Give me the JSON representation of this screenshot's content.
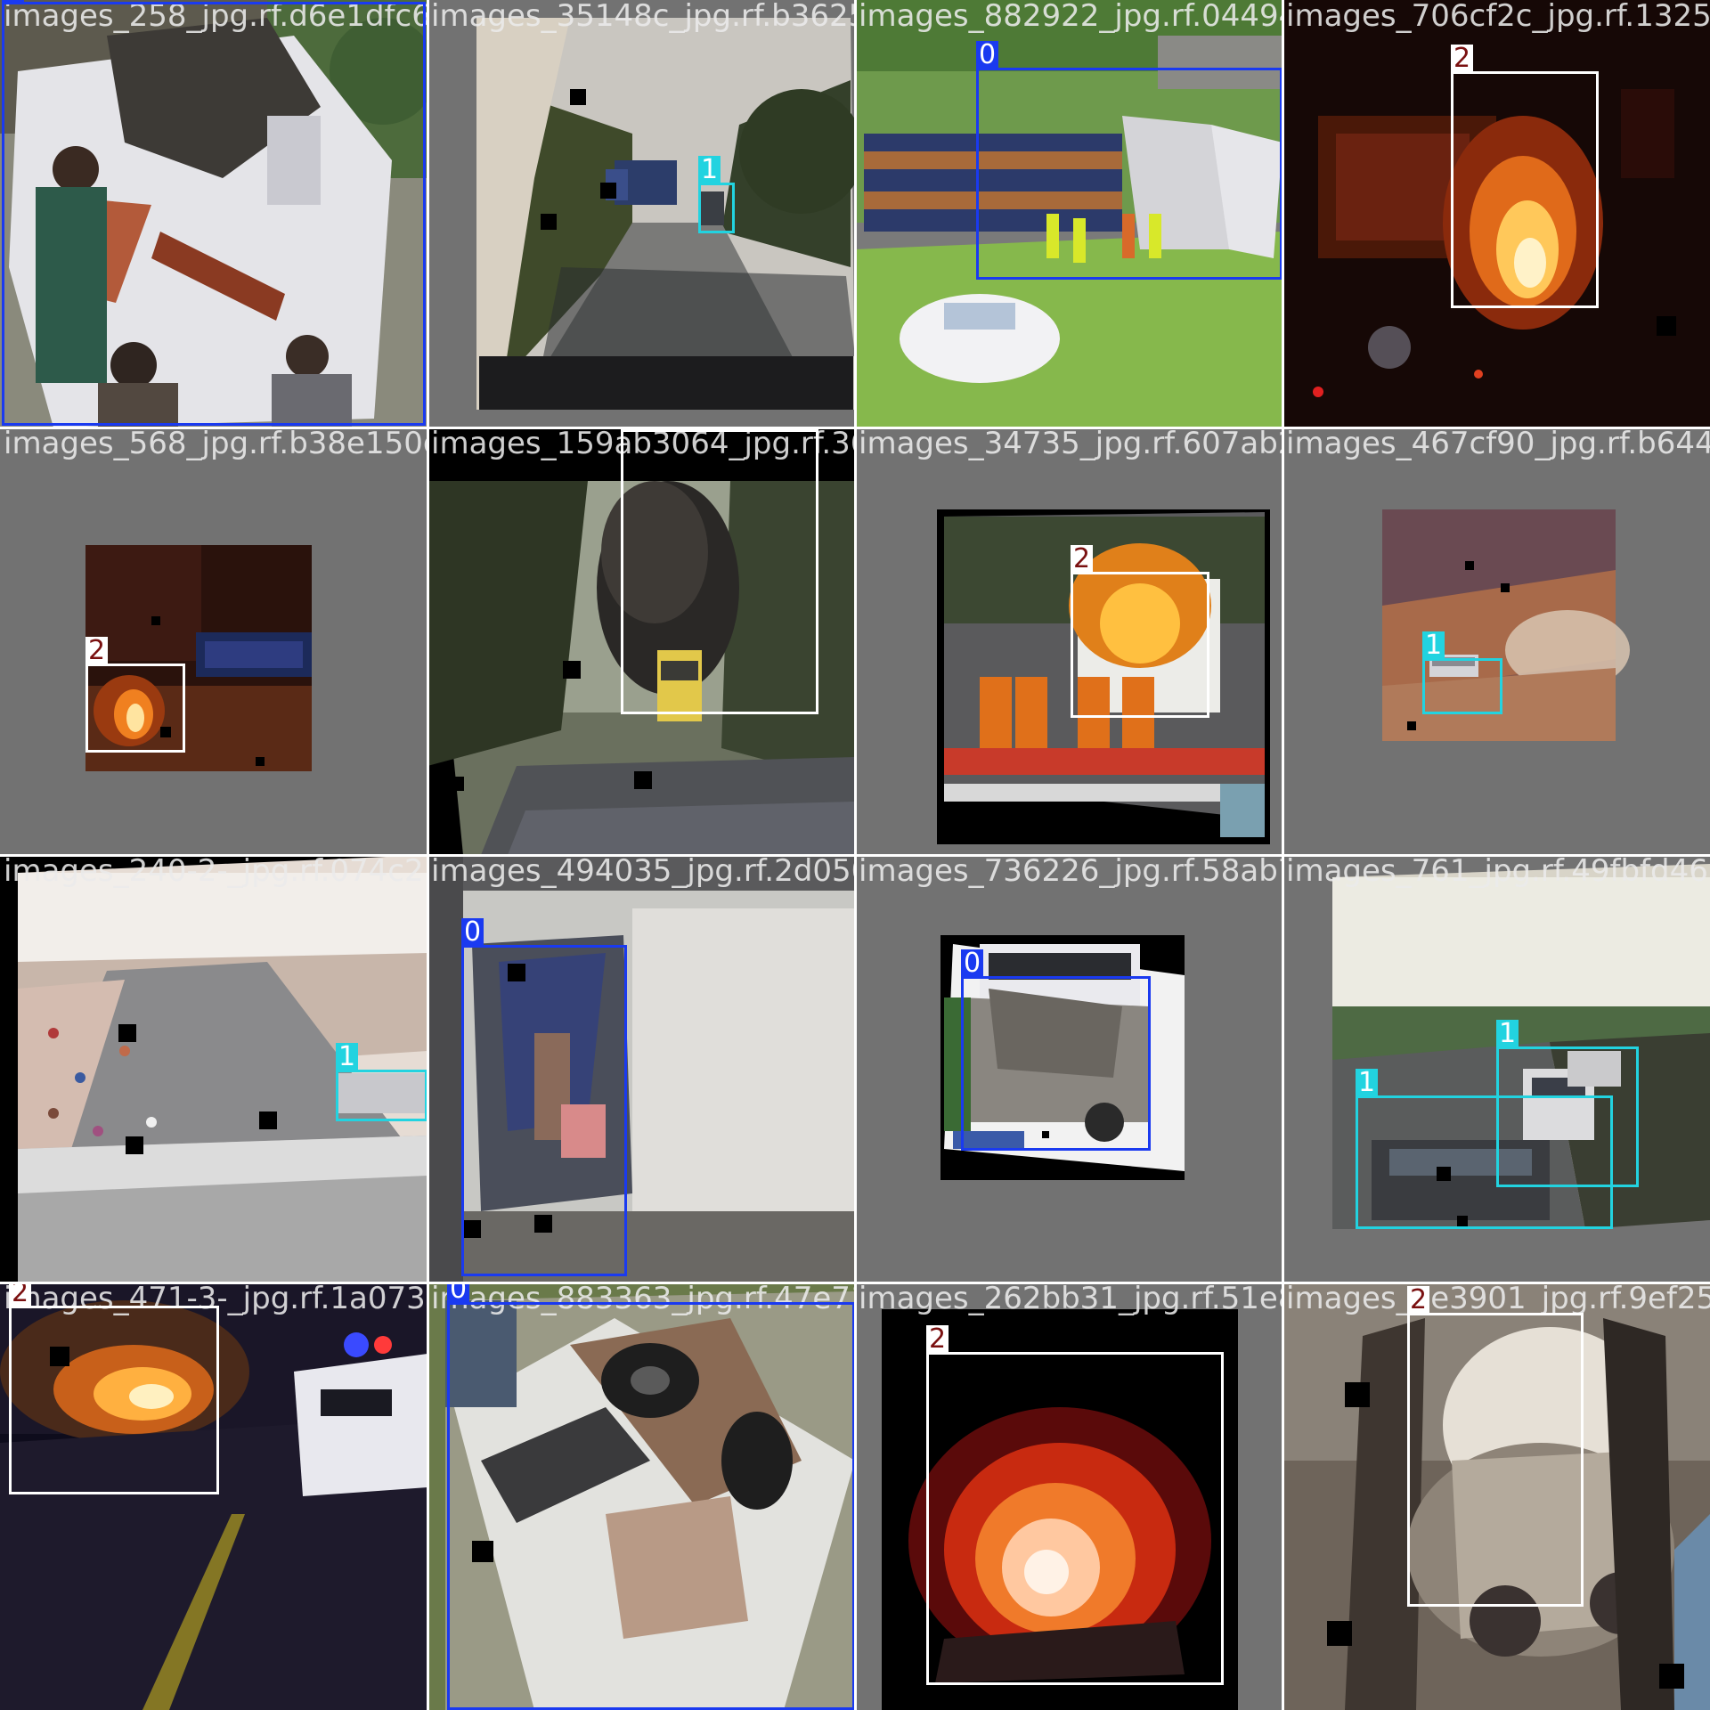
{
  "colors": {
    "class_0": "#1a3af0",
    "class_1": "#22d3e0",
    "class_2": "#ffffff",
    "padding_gray": "#727272"
  },
  "tiles": [
    {
      "filename": "images_258_jpg.rf.d6e1dfc699afe7c35443c",
      "labels": [
        "0"
      ]
    },
    {
      "filename": "images_35148c_jpg.rf.b3625d8f50e9ef382922",
      "labels": [
        "1"
      ]
    },
    {
      "filename": "images_882922_jpg.rf.04494b38ade4e706cf2c",
      "labels": [
        "0"
      ]
    },
    {
      "filename": "images_706cf2c_jpg.rf.1325080",
      "labels": [
        "2"
      ]
    },
    {
      "filename": "images_568_jpg.rf.b38e150d1832e5159ab3064",
      "labels": [
        "2"
      ]
    },
    {
      "filename": "images_159ab3064_jpg.rf.3679a136d1948f34735",
      "labels": [
        "2"
      ]
    },
    {
      "filename": "images_34735_jpg.rf.607ab2c883387c5467cf90",
      "labels": [
        "2"
      ]
    },
    {
      "filename": "images_467cf90_jpg.rf.b644fdd3",
      "labels": [
        "1"
      ]
    },
    {
      "filename": "images_240-2-_jpg.rf.074c2188be33494035",
      "labels": [
        "1"
      ]
    },
    {
      "filename": "images_494035_jpg.rf.2d050bbae5fab736226",
      "labels": [
        "0"
      ]
    },
    {
      "filename": "images_736226_jpg.rf.58ab74cdd38f94e761",
      "labels": [
        "0"
      ]
    },
    {
      "filename": "images_761_jpg.rf.49fbfd46",
      "labels": [
        "1",
        "1"
      ]
    },
    {
      "filename": "images_471-3-_jpg.rf.1a0739bad6a9883363",
      "labels": [
        "2"
      ]
    },
    {
      "filename": "images_883363_jpg.rf.47e71ddc4f29bfc262bb31",
      "labels": [
        "0"
      ]
    },
    {
      "filename": "images_262bb31_jpg.rf.51e89d73683c875e3901",
      "labels": [
        "2"
      ]
    },
    {
      "filename": "images_5e3901_jpg.rf.9ef25e",
      "labels": [
        "2"
      ]
    }
  ]
}
